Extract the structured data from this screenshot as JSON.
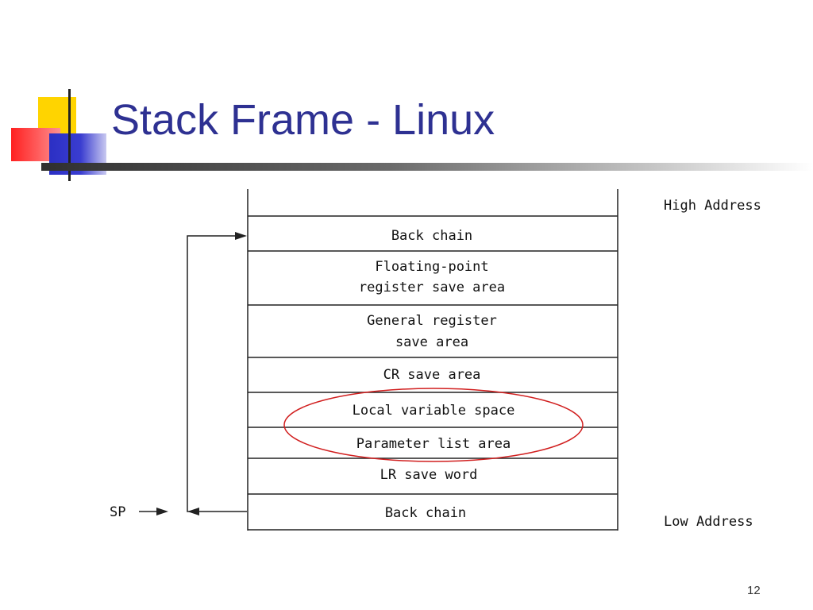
{
  "slide": {
    "title": "Stack Frame - Linux",
    "page_number": "12"
  },
  "diagram": {
    "high_address_label": "High Address",
    "low_address_label": "Low Address",
    "sp_label": "SP",
    "rows": {
      "back_chain_top": "Back chain",
      "fp_line1": "Floating-point",
      "fp_line2": "register save area",
      "gr_line1": "General register",
      "gr_line2": "save area",
      "cr_save": "CR save area",
      "local_vars": "Local variable space",
      "param_list": "Parameter list area",
      "lr_save": "LR save word",
      "back_chain_bottom": "Back chain"
    }
  },
  "colors": {
    "title": "#2e3192",
    "highlight_ellipse": "#d11f1f",
    "deco_yellow": "#ffd400",
    "deco_red": "#ff3b3b",
    "deco_blue": "#3336c9"
  }
}
